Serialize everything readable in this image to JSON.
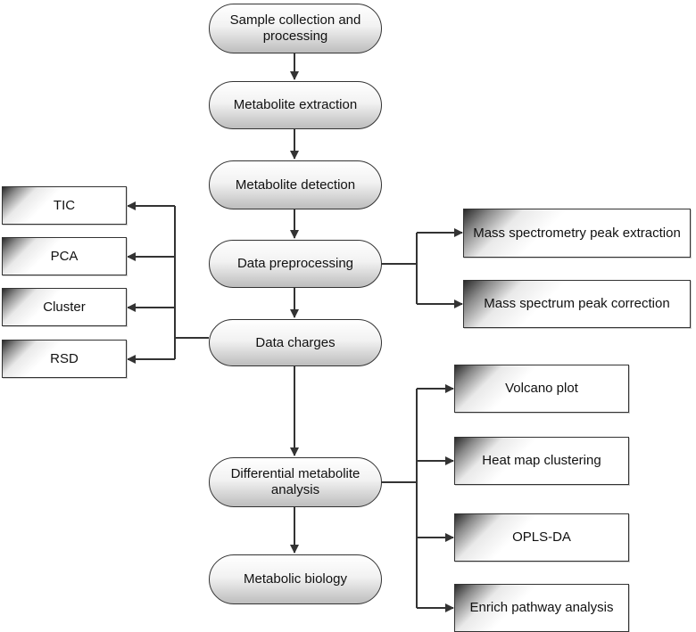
{
  "diagram": {
    "main_flow": [
      {
        "id": "sample",
        "label": "Sample collection and processing"
      },
      {
        "id": "extraction",
        "label": "Metabolite extraction"
      },
      {
        "id": "detection",
        "label": "Metabolite detection"
      },
      {
        "id": "preprocessing",
        "label": "Data preprocessing"
      },
      {
        "id": "charges",
        "label": "Data charges"
      },
      {
        "id": "differential",
        "label": "Differential metabolite analysis"
      },
      {
        "id": "biology",
        "label": "Metabolic biology"
      }
    ],
    "qc_outputs": [
      {
        "id": "tic",
        "label": "TIC"
      },
      {
        "id": "pca",
        "label": "PCA"
      },
      {
        "id": "cluster",
        "label": "Cluster"
      },
      {
        "id": "rsd",
        "label": "RSD"
      }
    ],
    "preprocessing_outputs": [
      {
        "id": "peak_extraction",
        "label": "Mass spectrometry peak extraction"
      },
      {
        "id": "peak_correction",
        "label": "Mass spectrum peak correction"
      }
    ],
    "differential_outputs": [
      {
        "id": "volcano",
        "label": "Volcano plot"
      },
      {
        "id": "heatmap",
        "label": "Heat map clustering"
      },
      {
        "id": "oplsda",
        "label": "OPLS-DA"
      },
      {
        "id": "pathway",
        "label": "Enrich pathway analysis"
      }
    ]
  }
}
